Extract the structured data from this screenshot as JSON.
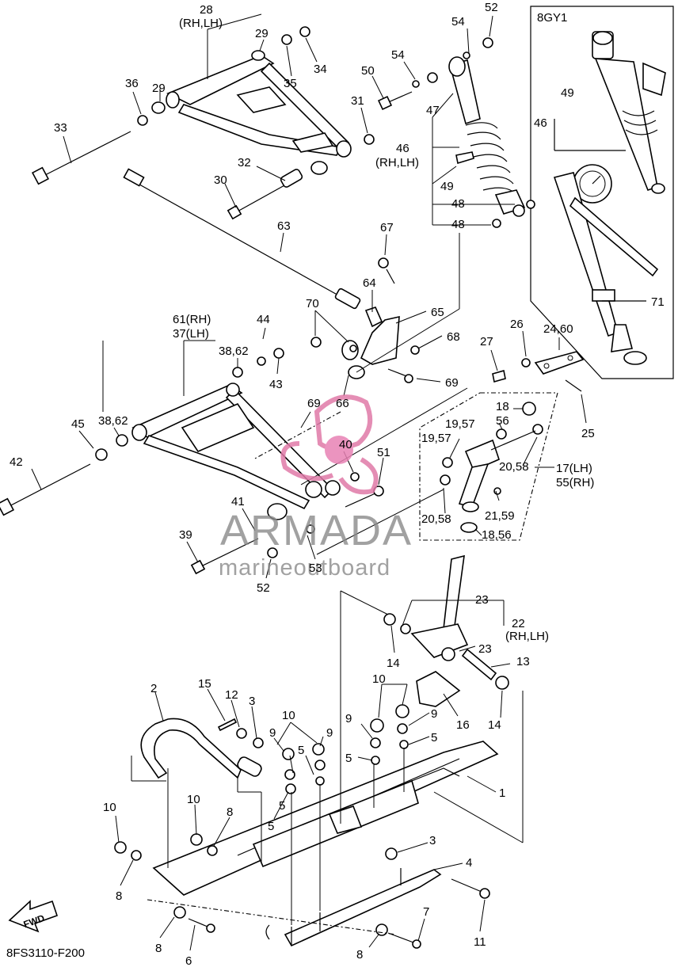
{
  "diagram": {
    "drawing_code": "8FS3110-F200",
    "fwd_label": "FWD",
    "inset_label": "8GY1",
    "watermark": {
      "brand": "ARMADA",
      "tagline": "marineoutboard"
    },
    "callouts": [
      {
        "id": "c1",
        "text": "28"
      },
      {
        "id": "c2",
        "text": "(RH,LH)"
      },
      {
        "id": "c3",
        "text": "29"
      },
      {
        "id": "c4",
        "text": "34"
      },
      {
        "id": "c5",
        "text": "35"
      },
      {
        "id": "c6",
        "text": "36"
      },
      {
        "id": "c7",
        "text": "29"
      },
      {
        "id": "c8",
        "text": "31"
      },
      {
        "id": "c9",
        "text": "33"
      },
      {
        "id": "c10",
        "text": "32"
      },
      {
        "id": "c11",
        "text": "30"
      },
      {
        "id": "c12",
        "text": "63"
      },
      {
        "id": "c13",
        "text": "54"
      },
      {
        "id": "c14",
        "text": "52"
      },
      {
        "id": "c15",
        "text": "54"
      },
      {
        "id": "c16",
        "text": "50"
      },
      {
        "id": "c17",
        "text": "47"
      },
      {
        "id": "c18",
        "text": "46"
      },
      {
        "id": "c19",
        "text": "(RH,LH)"
      },
      {
        "id": "c20",
        "text": "49"
      },
      {
        "id": "c21",
        "text": "48"
      },
      {
        "id": "c22",
        "text": "48"
      },
      {
        "id": "c23",
        "text": "67"
      },
      {
        "id": "c24",
        "text": "64"
      },
      {
        "id": "c25",
        "text": "65"
      },
      {
        "id": "c26",
        "text": "70"
      },
      {
        "id": "c27",
        "text": "68"
      },
      {
        "id": "c28",
        "text": "66"
      },
      {
        "id": "c29",
        "text": "69"
      },
      {
        "id": "c30",
        "text": "69"
      },
      {
        "id": "c31",
        "text": "49"
      },
      {
        "id": "c32",
        "text": "46"
      },
      {
        "id": "c33",
        "text": "71"
      },
      {
        "id": "c34",
        "text": "61(RH)"
      },
      {
        "id": "c35",
        "text": "37(LH)"
      },
      {
        "id": "c36",
        "text": "44"
      },
      {
        "id": "c37",
        "text": "38,62"
      },
      {
        "id": "c38",
        "text": "43"
      },
      {
        "id": "c39",
        "text": "45"
      },
      {
        "id": "c40",
        "text": "38,62"
      },
      {
        "id": "c41",
        "text": "42"
      },
      {
        "id": "c42",
        "text": "40"
      },
      {
        "id": "c43",
        "text": "51"
      },
      {
        "id": "c44",
        "text": "41"
      },
      {
        "id": "c45",
        "text": "39"
      },
      {
        "id": "c46",
        "text": "53"
      },
      {
        "id": "c47",
        "text": "52"
      },
      {
        "id": "c48",
        "text": "26"
      },
      {
        "id": "c49",
        "text": "24,60"
      },
      {
        "id": "c50",
        "text": "27"
      },
      {
        "id": "c51",
        "text": "25"
      },
      {
        "id": "c52",
        "text": "18"
      },
      {
        "id": "c53",
        "text": "19,57"
      },
      {
        "id": "c54",
        "text": "56"
      },
      {
        "id": "c55",
        "text": "19,57"
      },
      {
        "id": "c56",
        "text": "20,58"
      },
      {
        "id": "c57",
        "text": "17(LH)"
      },
      {
        "id": "c58",
        "text": "55(RH)"
      },
      {
        "id": "c59",
        "text": "21,59"
      },
      {
        "id": "c60",
        "text": "20,58"
      },
      {
        "id": "c61",
        "text": "18,56"
      },
      {
        "id": "c62",
        "text": "23"
      },
      {
        "id": "c63",
        "text": "22"
      },
      {
        "id": "c64",
        "text": "(RH,LH)"
      },
      {
        "id": "c65",
        "text": "23"
      },
      {
        "id": "c66",
        "text": "13"
      },
      {
        "id": "c67",
        "text": "14"
      },
      {
        "id": "c68",
        "text": "14"
      },
      {
        "id": "c69",
        "text": "10"
      },
      {
        "id": "c70",
        "text": "16"
      },
      {
        "id": "c71",
        "text": "9"
      },
      {
        "id": "c72",
        "text": "9"
      },
      {
        "id": "c73",
        "text": "5"
      },
      {
        "id": "c74",
        "text": "5"
      },
      {
        "id": "c75",
        "text": "1"
      },
      {
        "id": "c76",
        "text": "2"
      },
      {
        "id": "c77",
        "text": "15"
      },
      {
        "id": "c78",
        "text": "12"
      },
      {
        "id": "c79",
        "text": "3"
      },
      {
        "id": "c80",
        "text": "10"
      },
      {
        "id": "c81",
        "text": "9"
      },
      {
        "id": "c82",
        "text": "9"
      },
      {
        "id": "c83",
        "text": "5"
      },
      {
        "id": "c84",
        "text": "5"
      },
      {
        "id": "c85",
        "text": "5"
      },
      {
        "id": "c86",
        "text": "10"
      },
      {
        "id": "c87",
        "text": "10"
      },
      {
        "id": "c88",
        "text": "8"
      },
      {
        "id": "c89",
        "text": "3"
      },
      {
        "id": "c90",
        "text": "4"
      },
      {
        "id": "c91",
        "text": "8"
      },
      {
        "id": "c92",
        "text": "11"
      },
      {
        "id": "c93",
        "text": "7"
      },
      {
        "id": "c94",
        "text": "8"
      },
      {
        "id": "c95",
        "text": "8"
      },
      {
        "id": "c96",
        "text": "6"
      }
    ]
  }
}
